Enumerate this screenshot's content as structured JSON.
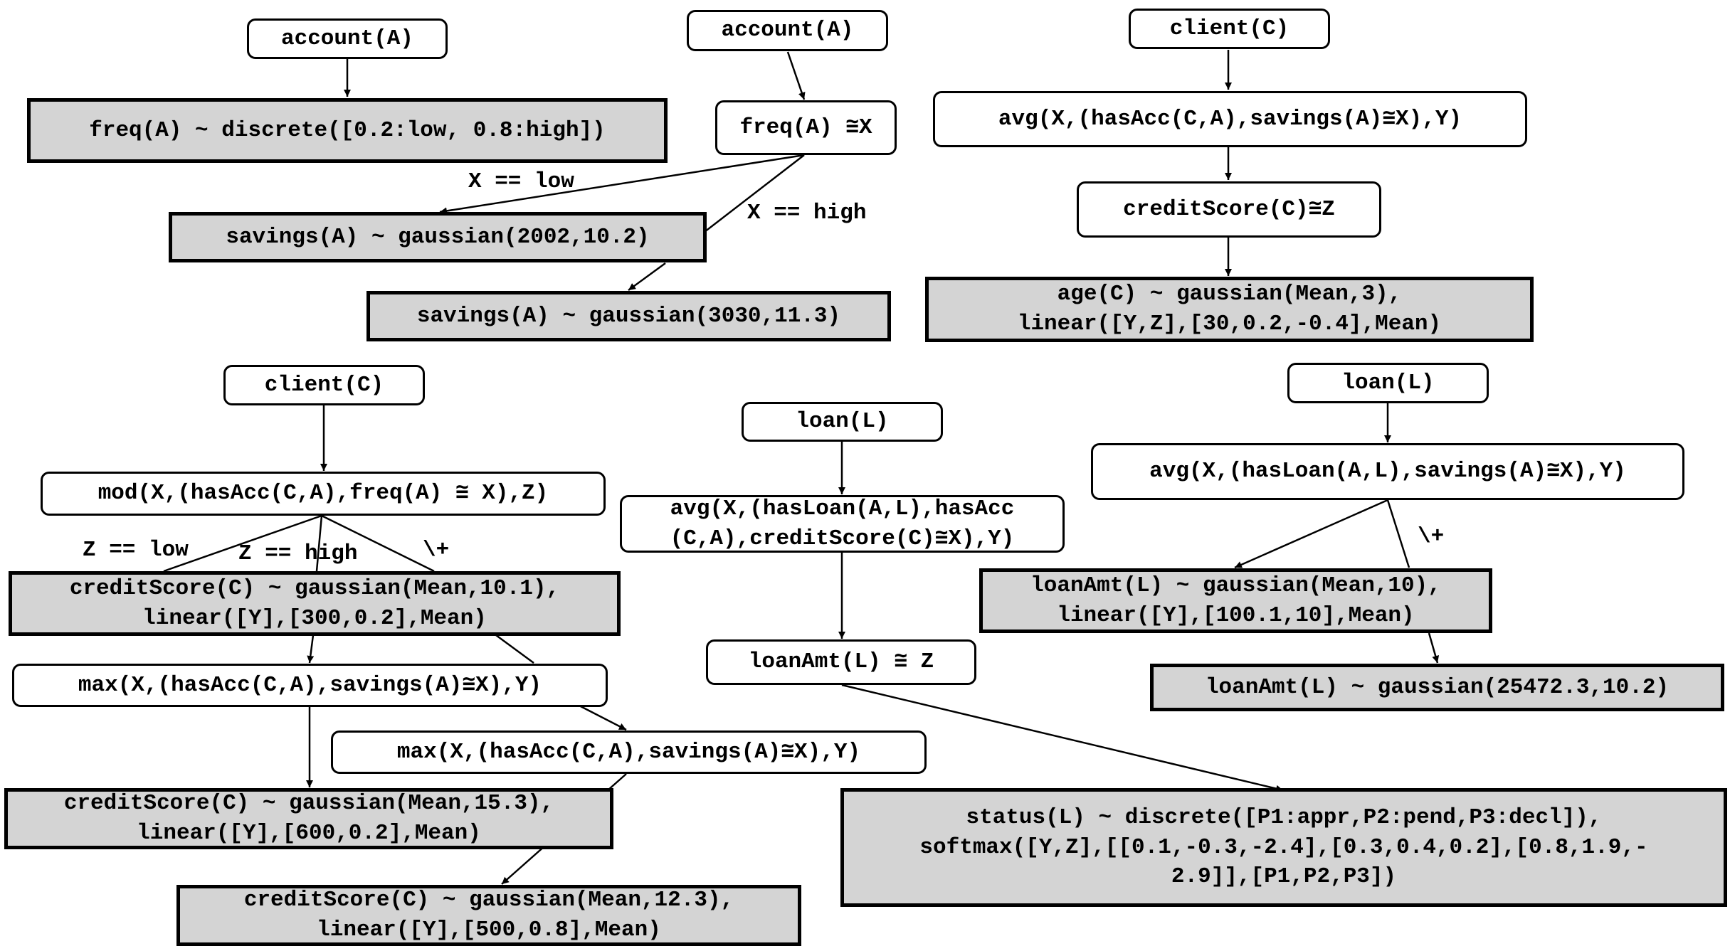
{
  "nodes": {
    "n1": "account(A)",
    "n2": "freq(A) ~ discrete([0.2:low, 0.8:high])",
    "n3": "account(A)",
    "n4": "freq(A) ≅X",
    "n5": "savings(A) ~ gaussian(2002,10.2)",
    "n6": "savings(A) ~ gaussian(3030,11.3)",
    "n7": "client(C)",
    "n8": "avg(X,(hasAcc(C,A),savings(A)≅X),Y)",
    "n9": "creditScore(C)≅Z",
    "n10": "age(C) ~ gaussian(Mean,3),\nlinear([Y,Z],[30,0.2,-0.4],Mean)",
    "n11": "client(C)",
    "n12": "mod(X,(hasAcc(C,A),freq(A) ≅ X),Z)",
    "n13": "creditScore(C) ~ gaussian(Mean,10.1),\nlinear([Y],[300,0.2],Mean)",
    "n14": "max(X,(hasAcc(C,A),savings(A)≅X),Y)",
    "n15": "max(X,(hasAcc(C,A),savings(A)≅X),Y)",
    "n16": "creditScore(C) ~ gaussian(Mean,15.3),\nlinear([Y],[600,0.2],Mean)",
    "n17": "creditScore(C) ~ gaussian(Mean,12.3),\nlinear([Y],[500,0.8],Mean)",
    "n18": "loan(L)",
    "n19": "avg(X,(hasLoan(A,L),hasAcc\n(C,A),creditScore(C)≅X),Y)",
    "n20": "loanAmt(L) ≅ Z",
    "n21": "status(L) ~ discrete([P1:appr,P2:pend,P3:decl]),\nsoftmax([Y,Z],[[0.1,-0.3,-2.4],[0.3,0.4,0.2],[0.8,1.9,-\n2.9]],[P1,P2,P3])",
    "n22": "loan(L)",
    "n23": "avg(X,(hasLoan(A,L),savings(A)≅X),Y)",
    "n24": "loanAmt(L) ~ gaussian(Mean,10),\nlinear([Y],[100.1,10],Mean)",
    "n25": "loanAmt(L) ~ gaussian(25472.3,10.2)"
  },
  "edge_labels": {
    "x_low": "X == low",
    "x_high": "X == high",
    "z_low": "Z == low",
    "z_high": "Z == high",
    "naf_client": "\\+",
    "naf_loan": "\\+"
  }
}
